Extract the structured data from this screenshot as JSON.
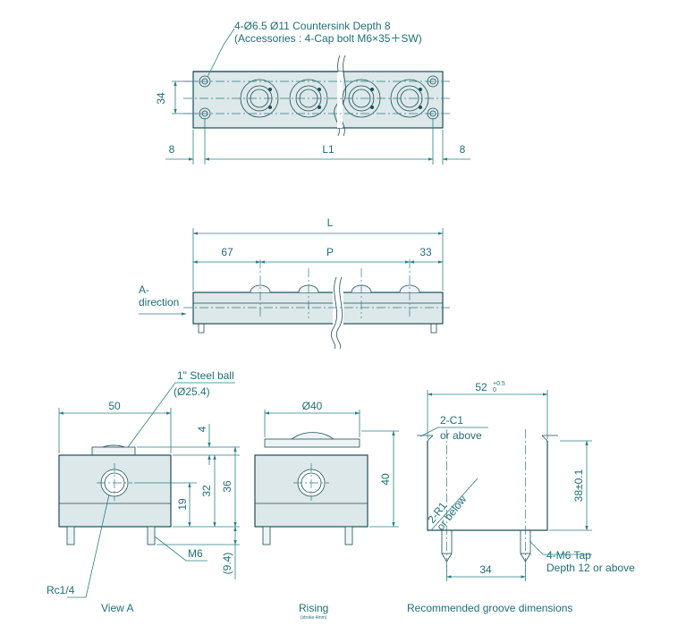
{
  "top_view": {
    "hole_note_line1": "4-Ø6.5 Ø11 Countersink Depth 8",
    "hole_note_line2": "(Accessories : 4-Cap bolt M6×35＋SW)",
    "dim_height": "34",
    "dim_left": "8",
    "dim_length": "L1",
    "dim_right": "8"
  },
  "front_view": {
    "dim_total": "L",
    "dim_left": "67",
    "dim_pitch": "P",
    "dim_right": "33",
    "direction_line1": "A-",
    "direction_line2": "direction"
  },
  "view_a": {
    "ball_label": "1\" Steel ball",
    "ball_dia": "(Ø25.4)",
    "dim_width": "50",
    "dim_4": "4",
    "dim_19": "19",
    "dim_32": "32",
    "dim_36": "36",
    "thread_label": "M6",
    "dim_94": "(9.4)",
    "port_label": "Rc1/4",
    "title": "View A"
  },
  "rising_view": {
    "dim_dia": "Ø40",
    "dim_40": "40",
    "title": "Rising",
    "subtitle": "(stroke 4mm)"
  },
  "groove_view": {
    "dim_width": "52",
    "tol_upper": "+0.5",
    "tol_lower": "0",
    "chamfer_line1": "2-C1",
    "chamfer_line2": "or above",
    "radius_line1": "2-R1",
    "radius_line2": "or below",
    "dim_depth": "38±0.1",
    "tap_line1": "4-M6 Tap",
    "tap_line2": "Depth 12 or above",
    "dim_34": "34",
    "title": "Recommended groove dimensions"
  }
}
